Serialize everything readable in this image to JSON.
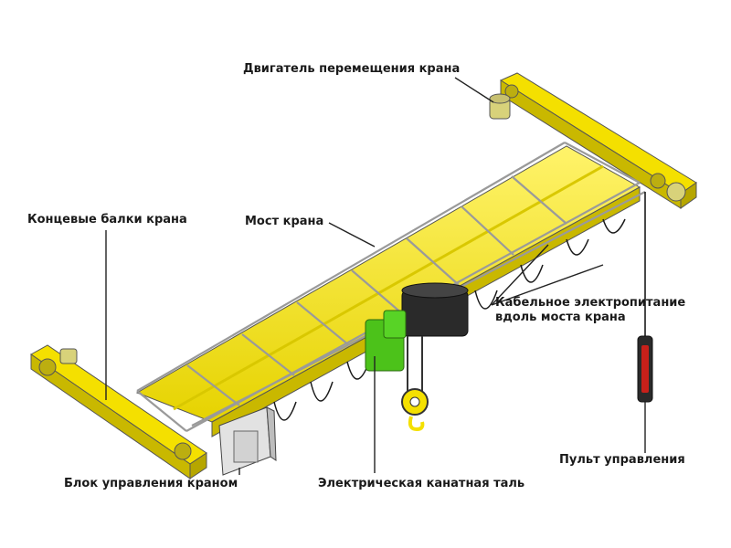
{
  "labels": {
    "motor": "Двигатель перемещения крана",
    "end_beams": "Концевые балки крана",
    "bridge": "Мост крана",
    "cable_line1": "Кабельное электропитание",
    "cable_line2": "вдоль моста крана",
    "pendant": "Пульт управления",
    "control_box": "Блок управления краном",
    "hoist": "Электрическая канатная таль"
  },
  "colors": {
    "beam_yellow": "#f4e000",
    "beam_shadow": "#c9b800",
    "hoist_green": "#4cc21a",
    "hoist_dark": "#2a2a2a",
    "pendant_red": "#c8201a",
    "line": "#222222",
    "rail": "#9a9a9a"
  }
}
